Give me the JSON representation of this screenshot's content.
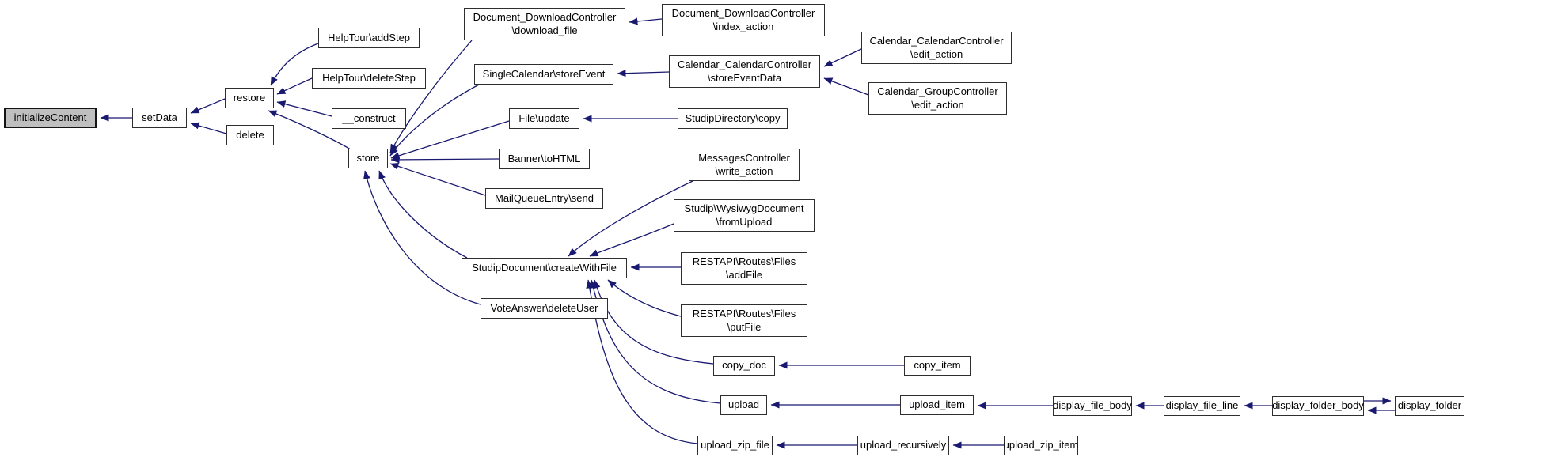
{
  "diagram": {
    "kind": "caller-graph",
    "background": "#ffffff",
    "edge_color": "#191970",
    "node_fill": "#ffffff",
    "node_border": "#2e2e2e",
    "highlighted_node_fill": "#bfbfbf",
    "highlighted_node": "initializeContent"
  },
  "nodes": [
    {
      "id": "init",
      "label": "initializeContent",
      "highlighted": true
    },
    {
      "id": "setData",
      "label": "setData"
    },
    {
      "id": "restore",
      "label": "restore"
    },
    {
      "id": "delete",
      "label": "delete"
    },
    {
      "id": "addStep",
      "label": "HelpTour\\addStep"
    },
    {
      "id": "deleteStep",
      "label": "HelpTour\\deleteStep"
    },
    {
      "id": "construct",
      "label": "__construct"
    },
    {
      "id": "store",
      "label": "store"
    },
    {
      "id": "dl_file",
      "label": "Document_DownloadController\n\\download_file"
    },
    {
      "id": "dl_index",
      "label": "Document_DownloadController\n\\index_action"
    },
    {
      "id": "storeEvent",
      "label": "SingleCalendar\\storeEvent"
    },
    {
      "id": "storeEventData",
      "label": "Calendar_CalendarController\n\\storeEventData"
    },
    {
      "id": "cal_edit",
      "label": "Calendar_CalendarController\n\\edit_action"
    },
    {
      "id": "group_edit",
      "label": "Calendar_GroupController\n\\edit_action"
    },
    {
      "id": "file_update",
      "label": "File\\update"
    },
    {
      "id": "dir_copy",
      "label": "StudipDirectory\\copy"
    },
    {
      "id": "banner",
      "label": "Banner\\toHTML"
    },
    {
      "id": "mailqueue",
      "label": "MailQueueEntry\\send"
    },
    {
      "id": "msg_write",
      "label": "MessagesController\n\\write_action"
    },
    {
      "id": "wysiwyg",
      "label": "Studip\\WysiwygDocument\n\\fromUpload"
    },
    {
      "id": "createWithFile",
      "label": "StudipDocument\\createWithFile"
    },
    {
      "id": "addFile",
      "label": "RESTAPI\\Routes\\Files\n\\addFile"
    },
    {
      "id": "putFile",
      "label": "RESTAPI\\Routes\\Files\n\\putFile"
    },
    {
      "id": "voteAnswer",
      "label": "VoteAnswer\\deleteUser"
    },
    {
      "id": "copy_doc",
      "label": "copy_doc"
    },
    {
      "id": "copy_item",
      "label": "copy_item"
    },
    {
      "id": "upload",
      "label": "upload"
    },
    {
      "id": "upload_item",
      "label": "upload_item"
    },
    {
      "id": "display_file_body",
      "label": "display_file_body"
    },
    {
      "id": "display_file_line",
      "label": "display_file_line"
    },
    {
      "id": "display_folder_body",
      "label": "display_folder_body"
    },
    {
      "id": "display_folder",
      "label": "display_folder"
    },
    {
      "id": "upload_zip_file",
      "label": "upload_zip_file"
    },
    {
      "id": "upload_recursively",
      "label": "upload_recursively"
    },
    {
      "id": "upload_zip_item",
      "label": "upload_zip_item"
    }
  ],
  "edges": [
    {
      "from": "setData",
      "to": "init"
    },
    {
      "from": "restore",
      "to": "setData"
    },
    {
      "from": "delete",
      "to": "setData"
    },
    {
      "from": "addStep",
      "to": "restore"
    },
    {
      "from": "deleteStep",
      "to": "restore"
    },
    {
      "from": "construct",
      "to": "restore"
    },
    {
      "from": "store",
      "to": "restore"
    },
    {
      "from": "dl_file",
      "to": "store"
    },
    {
      "from": "storeEvent",
      "to": "store"
    },
    {
      "from": "file_update",
      "to": "store"
    },
    {
      "from": "banner",
      "to": "store"
    },
    {
      "from": "mailqueue",
      "to": "store"
    },
    {
      "from": "createWithFile",
      "to": "store"
    },
    {
      "from": "voteAnswer",
      "to": "store"
    },
    {
      "from": "dl_index",
      "to": "dl_file"
    },
    {
      "from": "storeEventData",
      "to": "storeEvent"
    },
    {
      "from": "cal_edit",
      "to": "storeEventData"
    },
    {
      "from": "group_edit",
      "to": "storeEventData"
    },
    {
      "from": "dir_copy",
      "to": "file_update"
    },
    {
      "from": "msg_write",
      "to": "createWithFile"
    },
    {
      "from": "wysiwyg",
      "to": "createWithFile"
    },
    {
      "from": "addFile",
      "to": "createWithFile"
    },
    {
      "from": "putFile",
      "to": "createWithFile"
    },
    {
      "from": "copy_doc",
      "to": "createWithFile"
    },
    {
      "from": "upload",
      "to": "createWithFile"
    },
    {
      "from": "upload_zip_file",
      "to": "createWithFile"
    },
    {
      "from": "copy_item",
      "to": "copy_doc"
    },
    {
      "from": "upload_item",
      "to": "upload"
    },
    {
      "from": "display_file_body",
      "to": "upload_item"
    },
    {
      "from": "display_file_line",
      "to": "display_file_body"
    },
    {
      "from": "display_folder_body",
      "to": "display_file_line"
    },
    {
      "from": "display_folder_body",
      "to": "display_folder"
    },
    {
      "from": "display_folder",
      "to": "display_folder_body"
    },
    {
      "from": "upload_recursively",
      "to": "upload_zip_file"
    },
    {
      "from": "upload_zip_item",
      "to": "upload_recursively"
    }
  ]
}
